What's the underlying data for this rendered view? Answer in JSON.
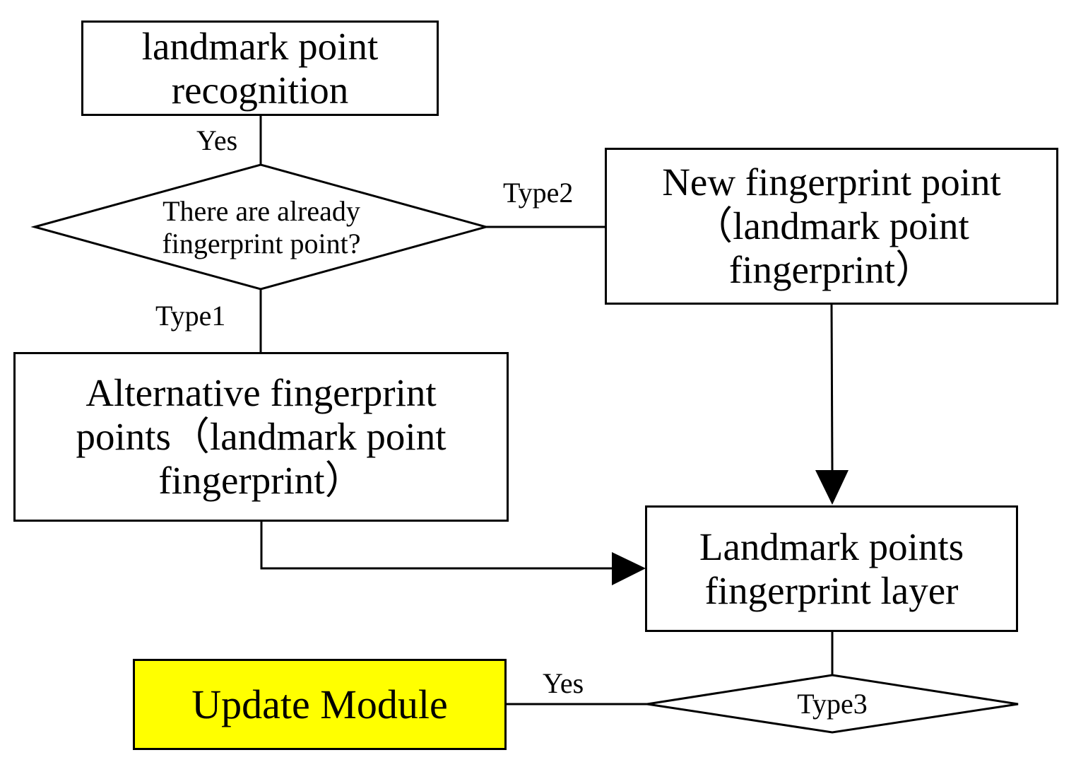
{
  "nodes": {
    "recognition": [
      "landmark point",
      "recognition"
    ],
    "decision": [
      "There are already",
      "fingerprint point?"
    ],
    "new_point": [
      "New fingerprint point",
      "（landmark point",
      "fingerprint）"
    ],
    "alternative": [
      "Alternative fingerprint",
      "points（landmark point",
      "fingerprint）"
    ],
    "layer": [
      "Landmark points",
      "fingerprint layer"
    ],
    "type3": "Type3",
    "update": "Update Module"
  },
  "edge_labels": {
    "yes_top": "Yes",
    "type2": "Type2",
    "type1": "Type1",
    "yes_bottom": "Yes"
  },
  "colors": {
    "update_fill": "#ffff00",
    "stroke": "#000000"
  }
}
